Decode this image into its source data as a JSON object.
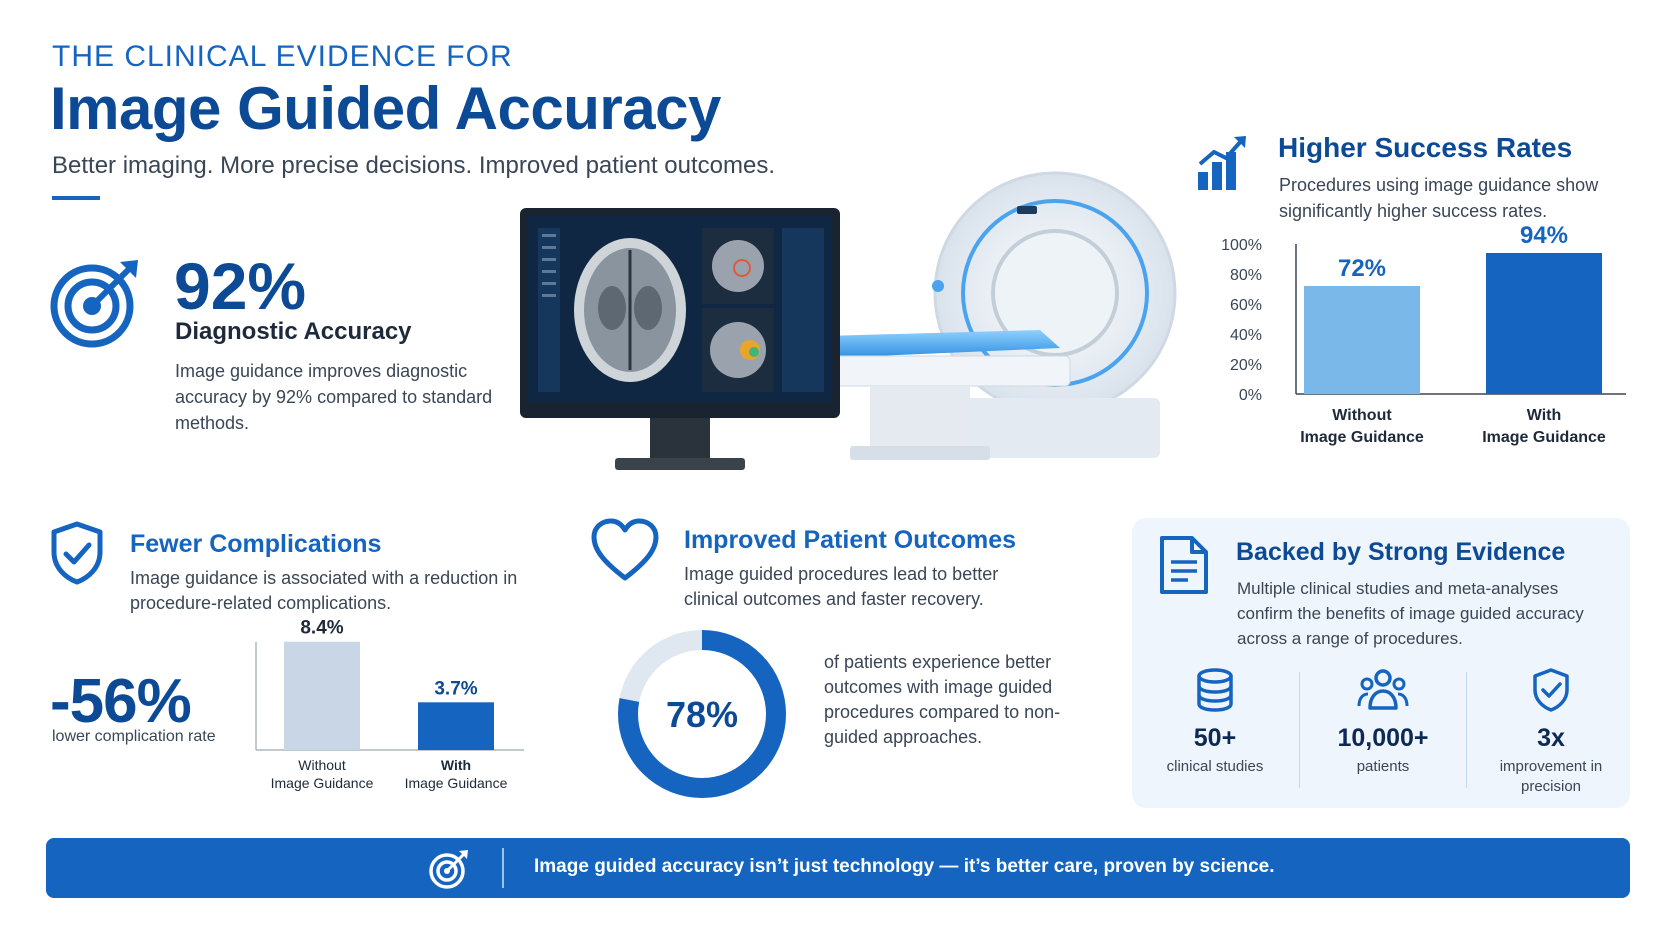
{
  "header": {
    "eyebrow": "THE CLINICAL EVIDENCE FOR",
    "title": "Image Guided Accuracy",
    "subtitle": "Better imaging. More precise decisions. Improved patient outcomes."
  },
  "accuracy": {
    "icon": "target-icon",
    "value": "92%",
    "label": "Diagnostic Accuracy",
    "description": "Image guidance improves diagnostic accuracy by 92% compared to standard methods."
  },
  "success": {
    "icon": "bar-chart-icon",
    "title": "Higher Success Rates",
    "description": "Procedures using image guidance show significantly higher success rates."
  },
  "complications": {
    "icon": "shield-check-icon",
    "title": "Fewer Complications",
    "description": "Image guidance is associated with a reduction in procedure-related complications.",
    "big_value": "-56%",
    "big_label": "lower complication rate"
  },
  "outcomes": {
    "icon": "heart-icon",
    "title": "Improved Patient Outcomes",
    "description": "Image guided procedures lead to better clinical outcomes and faster recovery.",
    "donut_label": "78%",
    "text": "of patients experience better outcomes with image guided procedures compared to non-guided approaches."
  },
  "evidence": {
    "icon": "document-icon",
    "title": "Backed by Strong Evidence",
    "description": "Multiple clinical studies and meta-analyses confirm the benefits of image guided accuracy across a range of procedures.",
    "stats": [
      {
        "icon": "database-icon",
        "value": "50+",
        "label": "clinical studies"
      },
      {
        "icon": "people-icon",
        "value": "10,000+",
        "label": "patients"
      },
      {
        "icon": "shield-check-icon",
        "value": "3x",
        "label": "improvement in precision"
      }
    ]
  },
  "footer": {
    "icon": "target-icon",
    "text": "Image guided accuracy isn’t just technology — it’s better care, proven by science."
  },
  "colors": {
    "primary": "#1565c0",
    "dark": "#0d4a96",
    "light_bar": "#7bb8ea",
    "gray_bar": "#c9d6e6",
    "card_bg": "#eef5fc"
  },
  "chart_data": [
    {
      "type": "bar",
      "categories": [
        "Without\nImage Guidance",
        "With\nImage Guidance"
      ],
      "values": [
        72,
        94
      ],
      "data_labels": [
        "72%",
        "94%"
      ],
      "y_ticks": [
        "0%",
        "20%",
        "40%",
        "60%",
        "80%",
        "100%"
      ],
      "ylim": [
        0,
        100
      ],
      "grid": false
    },
    {
      "type": "bar",
      "categories": [
        "Without\nImage Guidance",
        "With\nImage Guidance"
      ],
      "values": [
        8.4,
        3.7
      ],
      "data_labels": [
        "8.4%",
        "3.7%"
      ],
      "ylim": [
        0,
        9
      ],
      "grid": false
    },
    {
      "type": "pie",
      "values": [
        78,
        22
      ],
      "center_label": "78%"
    }
  ]
}
